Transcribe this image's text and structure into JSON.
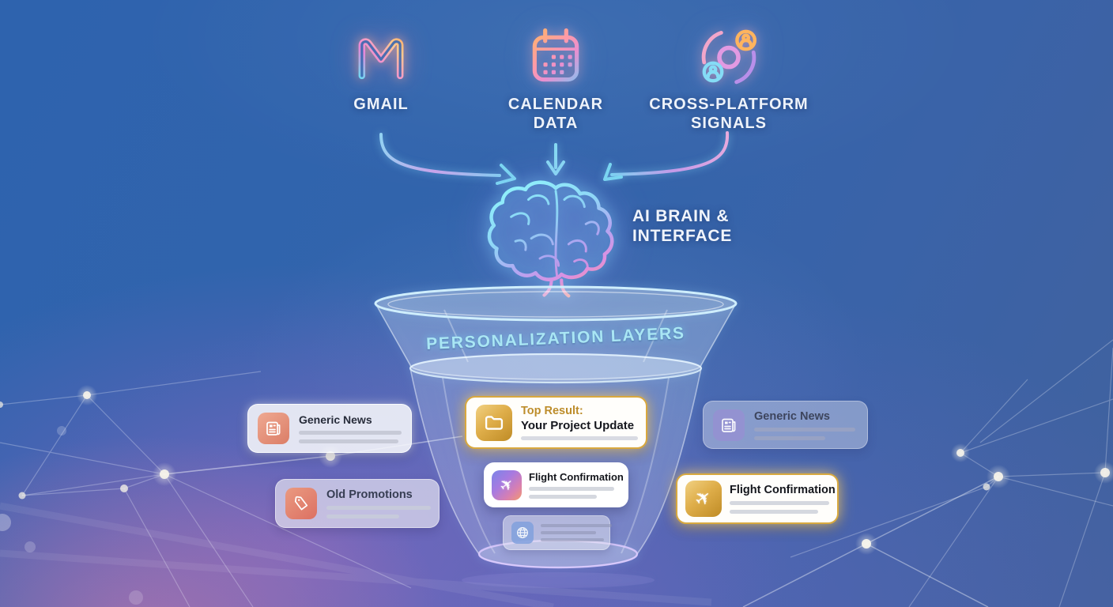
{
  "sources": {
    "gmail": {
      "label": "GMAIL",
      "icon": "gmail-m-neon"
    },
    "calendar": {
      "label": "CALENDAR DATA",
      "icon": "calendar-grid-neon"
    },
    "signals": {
      "label": "CROSS-PLATFORM SIGNALS",
      "icon": "people-orbit-neon"
    }
  },
  "brain": {
    "label": "AI BRAIN & INTERFACE",
    "icon": "brain-neon"
  },
  "funnel": {
    "title": "PERSONALIZATION LAYERS"
  },
  "cards": {
    "generic_news_left": {
      "title": "Generic News",
      "icon": "newspaper",
      "state": "filtered-out"
    },
    "old_promotions": {
      "title": "Old Promotions",
      "icon": "price-tag",
      "state": "filtered-out"
    },
    "top_result": {
      "prefix": "Top Result:",
      "title": "Your Project Update",
      "icon": "folder",
      "state": "highlighted-gold"
    },
    "flight_middle": {
      "title": "Flight Confirmation",
      "icon": "airplane",
      "state": "in-funnel"
    },
    "muted_item": {
      "title": "",
      "icon": "globe",
      "state": "muted-placeholder"
    },
    "generic_news_right": {
      "title": "Generic News",
      "icon": "newspaper",
      "state": "faded"
    },
    "flight_right": {
      "title": "Flight Confirmation",
      "icon": "airplane",
      "state": "highlighted-gold"
    }
  },
  "colors": {
    "background_blue": "#2f63ad",
    "background_purple": "#9a6cb4",
    "accent_gold_border": "#d9a83e",
    "gold_text": "#bd8d2b",
    "neon_cyan": "#8fe3f6",
    "neon_purple": "#c9a0e8",
    "funnel_title_cyan": "#a9e6f4",
    "label_white": "#eef3fa"
  }
}
